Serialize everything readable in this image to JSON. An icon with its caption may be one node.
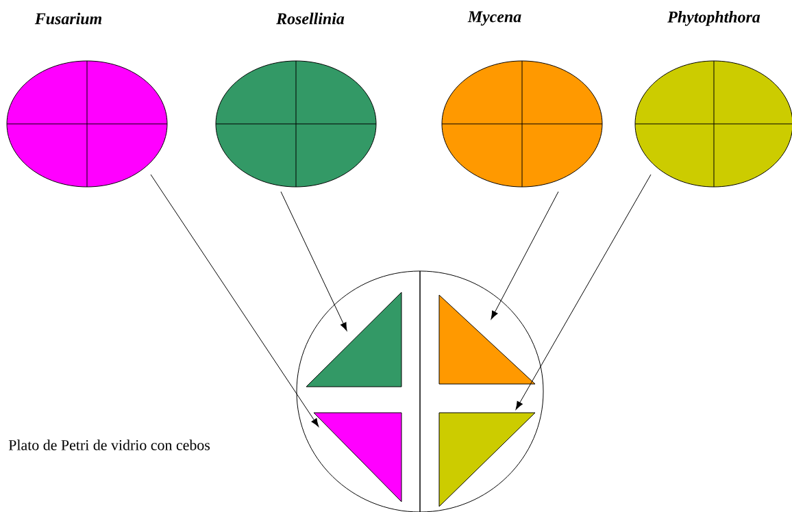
{
  "diagram": {
    "nodes": [
      {
        "text": [
          "Fusarium"
        ]
      },
      {
        "text": [
          "Rosellinia"
        ]
      },
      {
        "text": [
          "Mycena"
        ]
      },
      {
        "text": [
          "Phytophthora"
        ]
      },
      {
        "text": [],
        "shape": "circle"
      },
      {
        "text": [],
        "shape": "triangle",
        "in": 4
      },
      {
        "text": [],
        "shape": "triangle",
        "in": 4
      },
      {
        "text": [],
        "shape": "triangle",
        "in": 4
      },
      {
        "text": [],
        "shape": "triangle",
        "in": 4
      }
    ],
    "edges": [
      {
        "from": 0,
        "to": 7,
        "arrow": "to"
      },
      {
        "from": 1,
        "to": 5,
        "arrow": "to"
      },
      {
        "from": 2,
        "to": 6,
        "arrow": "to"
      },
      {
        "from": 3,
        "to": 8,
        "arrow": "to"
      }
    ],
    "labels": [
      "Plato de Petri de vidrio con cebos"
    ]
  }
}
